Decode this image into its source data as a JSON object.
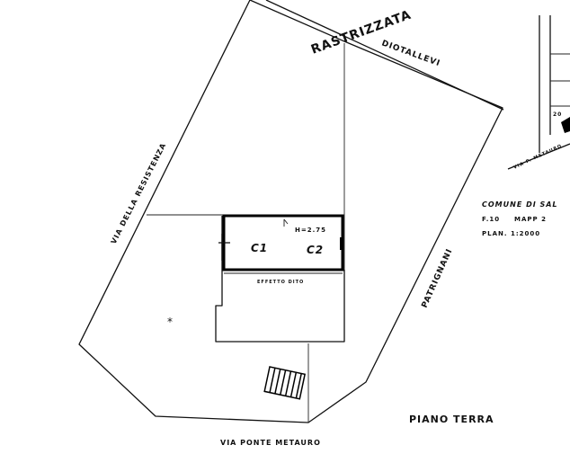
{
  "streets": {
    "top": "RASTRIZZATA",
    "top_sub": "DIOTALLEVI",
    "left": "VIA DELLA RESISTENZA",
    "right": "PATRIGNANI",
    "bottom": "VIA PONTE METAURO"
  },
  "building": {
    "height_label": "H=2.75",
    "rooms": [
      "C1",
      "C2"
    ],
    "note": "EFFETTO DITO"
  },
  "inset": {
    "street": "VIA P. METAURO",
    "parcel": "20"
  },
  "cadastral": {
    "comune": "COMUNE DI SAL",
    "foglio": "F.10",
    "mapp": "MAPP 2",
    "scale": "PLAN. 1:2000"
  },
  "floor_title": "PIANO TERRA"
}
